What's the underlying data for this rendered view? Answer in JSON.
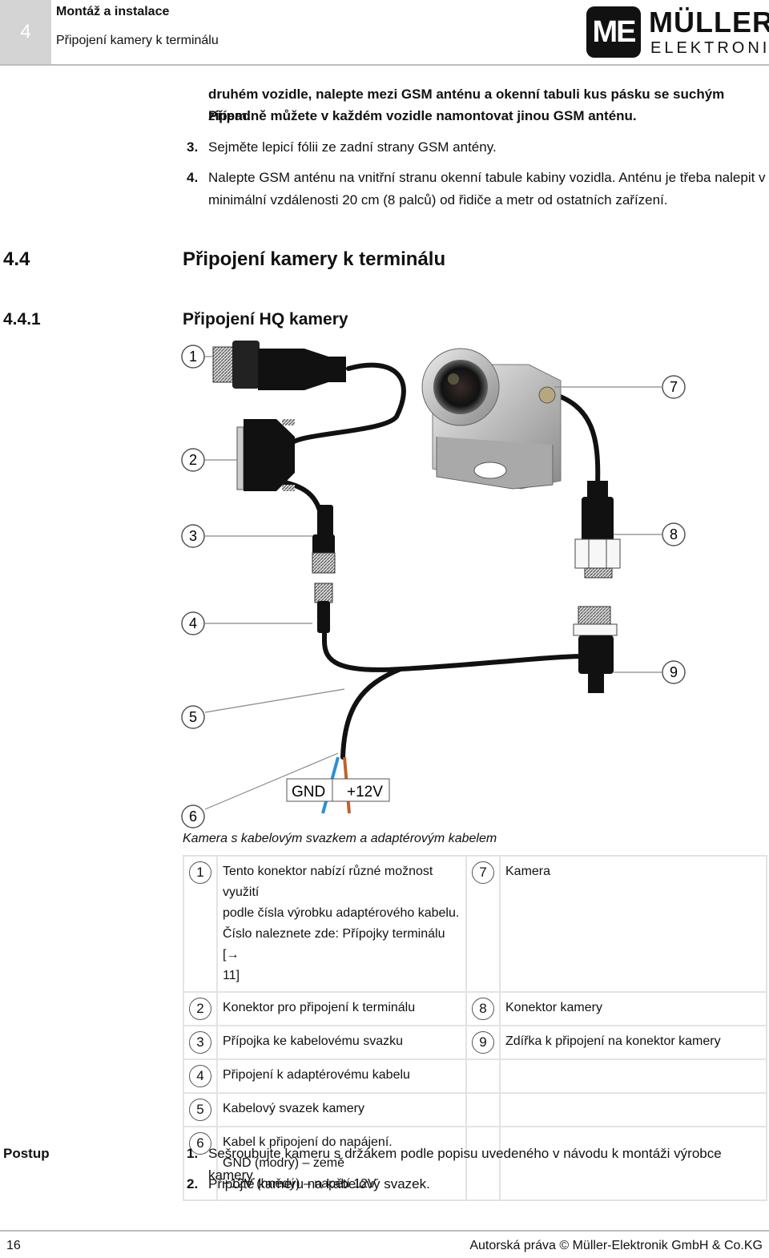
{
  "header": {
    "chapter_number": "4",
    "chapter_title": "Montáž a instalace",
    "section_title": "Připojení kamery k terminálu",
    "logo_top": "MÜLLER",
    "logo_badge": "ME",
    "logo_bottom": "ELEKTRONIK"
  },
  "intro": {
    "line1": "druhém vozidle, nalepte mezi GSM anténu a okenní tabuli kus pásku se suchým zipem.",
    "line2": "Případně můžete v každém vozidle namontovat jinou GSM anténu.",
    "step3_num": "3.",
    "step3": "Sejměte lepicí fólii ze zadní strany GSM antény.",
    "step4_num": "4.",
    "step4_line1": "Nalepte GSM anténu na vnitřní stranu okenní tabule kabiny vozidla. Anténu je třeba nalepit v",
    "step4_line2": "minimální vzdálenosti 20 cm (8 palců) od řidiče a metr od ostatních zařízení."
  },
  "section": {
    "number": "4.4",
    "title": "Připojení kamery k terminálu"
  },
  "subsection": {
    "number": "4.4.1",
    "title": "Připojení HQ kamery"
  },
  "figure": {
    "callouts": [
      "1",
      "2",
      "3",
      "4",
      "5",
      "6",
      "7",
      "8",
      "9"
    ],
    "label_gnd": "GND",
    "label_12v": "+12V",
    "caption": "Kamera s kabelovým svazkem a adaptérovým kabelem"
  },
  "legend": [
    {
      "n": "1",
      "lines": [
        "Tento konektor nabízí různé možnost využití",
        "podle čísla výrobku adaptérového kabelu.",
        "Číslo naleznete zde: Přípojky terminálu [→",
        "11]"
      ],
      "n2": "7",
      "text2": "Kamera"
    },
    {
      "n": "2",
      "lines": [
        "Konektor pro připojení k terminálu"
      ],
      "n2": "8",
      "text2": "Konektor kamery"
    },
    {
      "n": "3",
      "lines": [
        "Přípojka ke kabelovému svazku"
      ],
      "n2": "9",
      "text2": "Zdířka k připojení na konektor kamery"
    },
    {
      "n": "4",
      "lines": [
        "Připojení k adaptérovému kabelu"
      ],
      "n2": "",
      "text2": ""
    },
    {
      "n": "5",
      "lines": [
        "Kabelový svazek kamery"
      ],
      "n2": "",
      "text2": ""
    },
    {
      "n": "6",
      "lines": [
        "Kabel k připojení do napájení.",
        "GND (modrý) – země",
        "+12V (hnědý) – napětí 12V"
      ],
      "n2": "",
      "text2": ""
    }
  ],
  "procedure": {
    "label": "Postup",
    "steps": [
      {
        "num": "1.",
        "text": "Sešroubujte kameru s držákem podle popisu uvedeného v návodu k montáži výrobce kamery."
      },
      {
        "num": "2.",
        "text": "Připojte kameru na kabelový svazek."
      }
    ]
  },
  "footer": {
    "page": "16",
    "copyright": "Autorská práva © Müller-Elektronik GmbH & Co.KG"
  },
  "colors": {
    "gnd_wire": "#2b8fd6",
    "v12_wire": "#c0622b",
    "rule": "#bdbdbd",
    "header_box": "#d4d4d4"
  }
}
